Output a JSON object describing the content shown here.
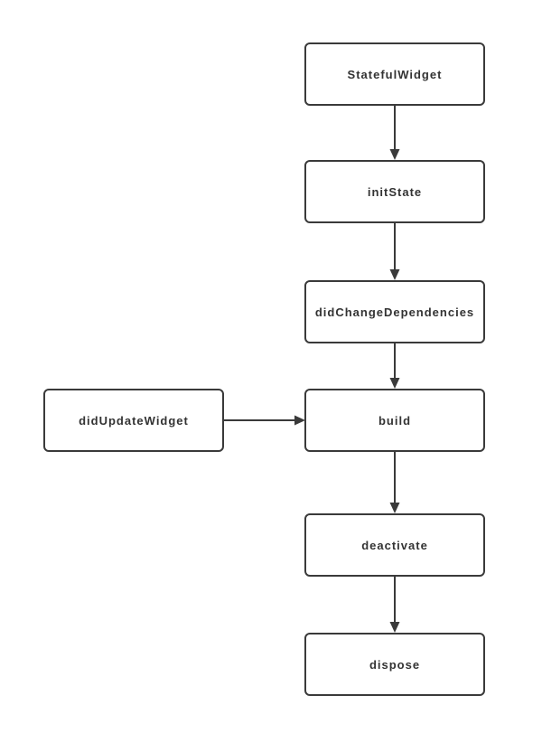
{
  "diagram": {
    "type": "flowchart",
    "colors": {
      "canvas": "#ffffff",
      "line": "#3a3a3a",
      "border": "#3a3a3a",
      "fill": "#ffffff",
      "text": "#333333"
    },
    "nodes": [
      {
        "id": "StatefulWidget",
        "label": "StatefulWidget"
      },
      {
        "id": "initState",
        "label": "initState"
      },
      {
        "id": "didChangeDependencies",
        "label": "didChangeDependencies"
      },
      {
        "id": "didUpdateWidget",
        "label": "didUpdateWidget"
      },
      {
        "id": "build",
        "label": "build"
      },
      {
        "id": "deactivate",
        "label": "deactivate"
      },
      {
        "id": "dispose",
        "label": "dispose"
      }
    ],
    "edges": [
      {
        "from": "StatefulWidget",
        "to": "initState",
        "direction": "down"
      },
      {
        "from": "initState",
        "to": "didChangeDependencies",
        "direction": "down"
      },
      {
        "from": "didChangeDependencies",
        "to": "build",
        "direction": "down"
      },
      {
        "from": "didUpdateWidget",
        "to": "build",
        "direction": "right"
      },
      {
        "from": "build",
        "to": "deactivate",
        "direction": "down"
      },
      {
        "from": "deactivate",
        "to": "dispose",
        "direction": "down"
      }
    ]
  }
}
